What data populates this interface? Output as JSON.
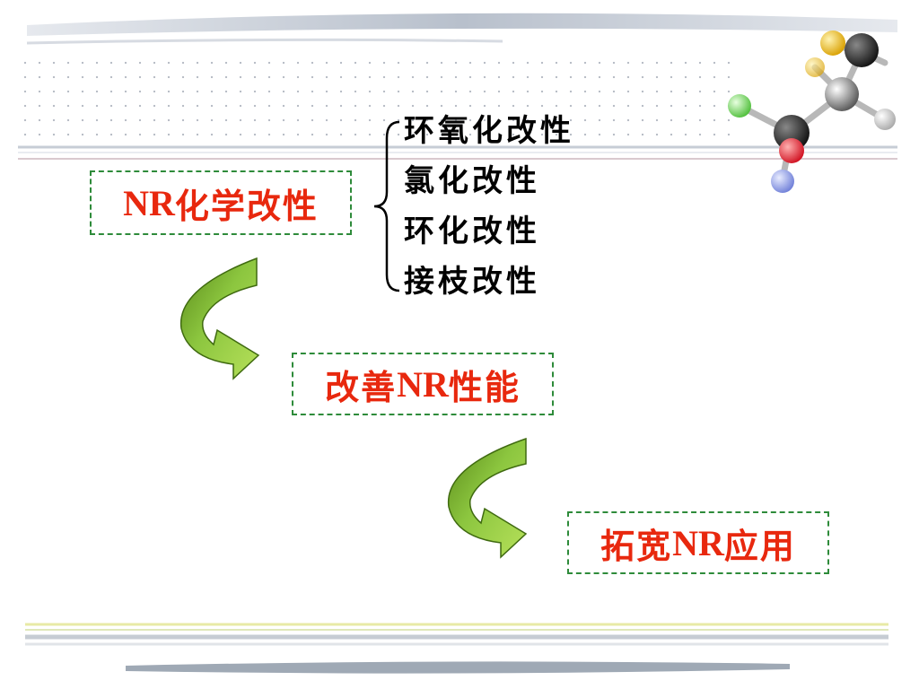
{
  "diagram": {
    "box_chem_modification": {
      "latin": "NR",
      "cjk": "化学改性"
    },
    "methods": [
      "环氧化改性",
      "氯化改性",
      "环化改性",
      "接枝改性"
    ],
    "box_improve_performance": {
      "cjk_before": "改善",
      "latin": "NR",
      "cjk_after": "性能"
    },
    "box_expand_application": {
      "cjk_before": "拓宽",
      "latin": "NR",
      "cjk_after": "应用"
    }
  },
  "colors": {
    "box_text": "#e8280e",
    "box_border": "#2e8b3a",
    "arrow_fill": "#8cc63f",
    "arrow_dark": "#5a8a1a"
  }
}
